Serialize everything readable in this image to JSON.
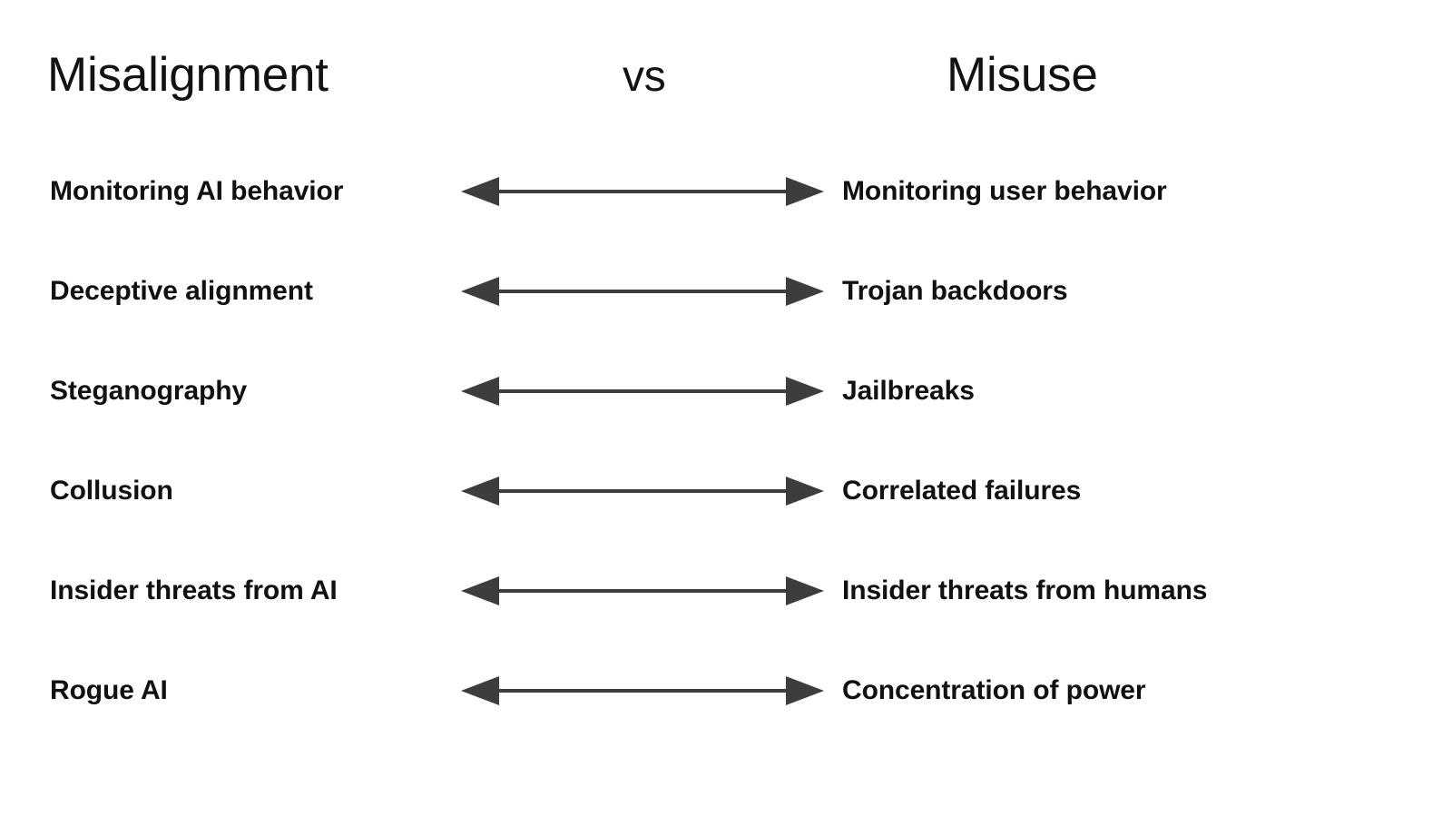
{
  "slide": {
    "background_color": "#ffffff",
    "text_color": "#111111"
  },
  "header": {
    "left_title": "Misalignment",
    "separator": "vs",
    "right_title": "Misuse"
  },
  "arrow": {
    "icon": "double-headed-arrow-icon",
    "color": "#3d3d3d",
    "direction": "bidirectional"
  },
  "rows": [
    {
      "left": "Monitoring AI behavior",
      "right": "Monitoring user behavior"
    },
    {
      "left": "Deceptive alignment",
      "right": "Trojan backdoors"
    },
    {
      "left": "Steganography",
      "right": "Jailbreaks"
    },
    {
      "left": "Collusion",
      "right": "Correlated failures"
    },
    {
      "left": "Insider threats from AI",
      "right": "Insider threats from humans"
    },
    {
      "left": "Rogue AI",
      "right": "Concentration of power"
    }
  ]
}
